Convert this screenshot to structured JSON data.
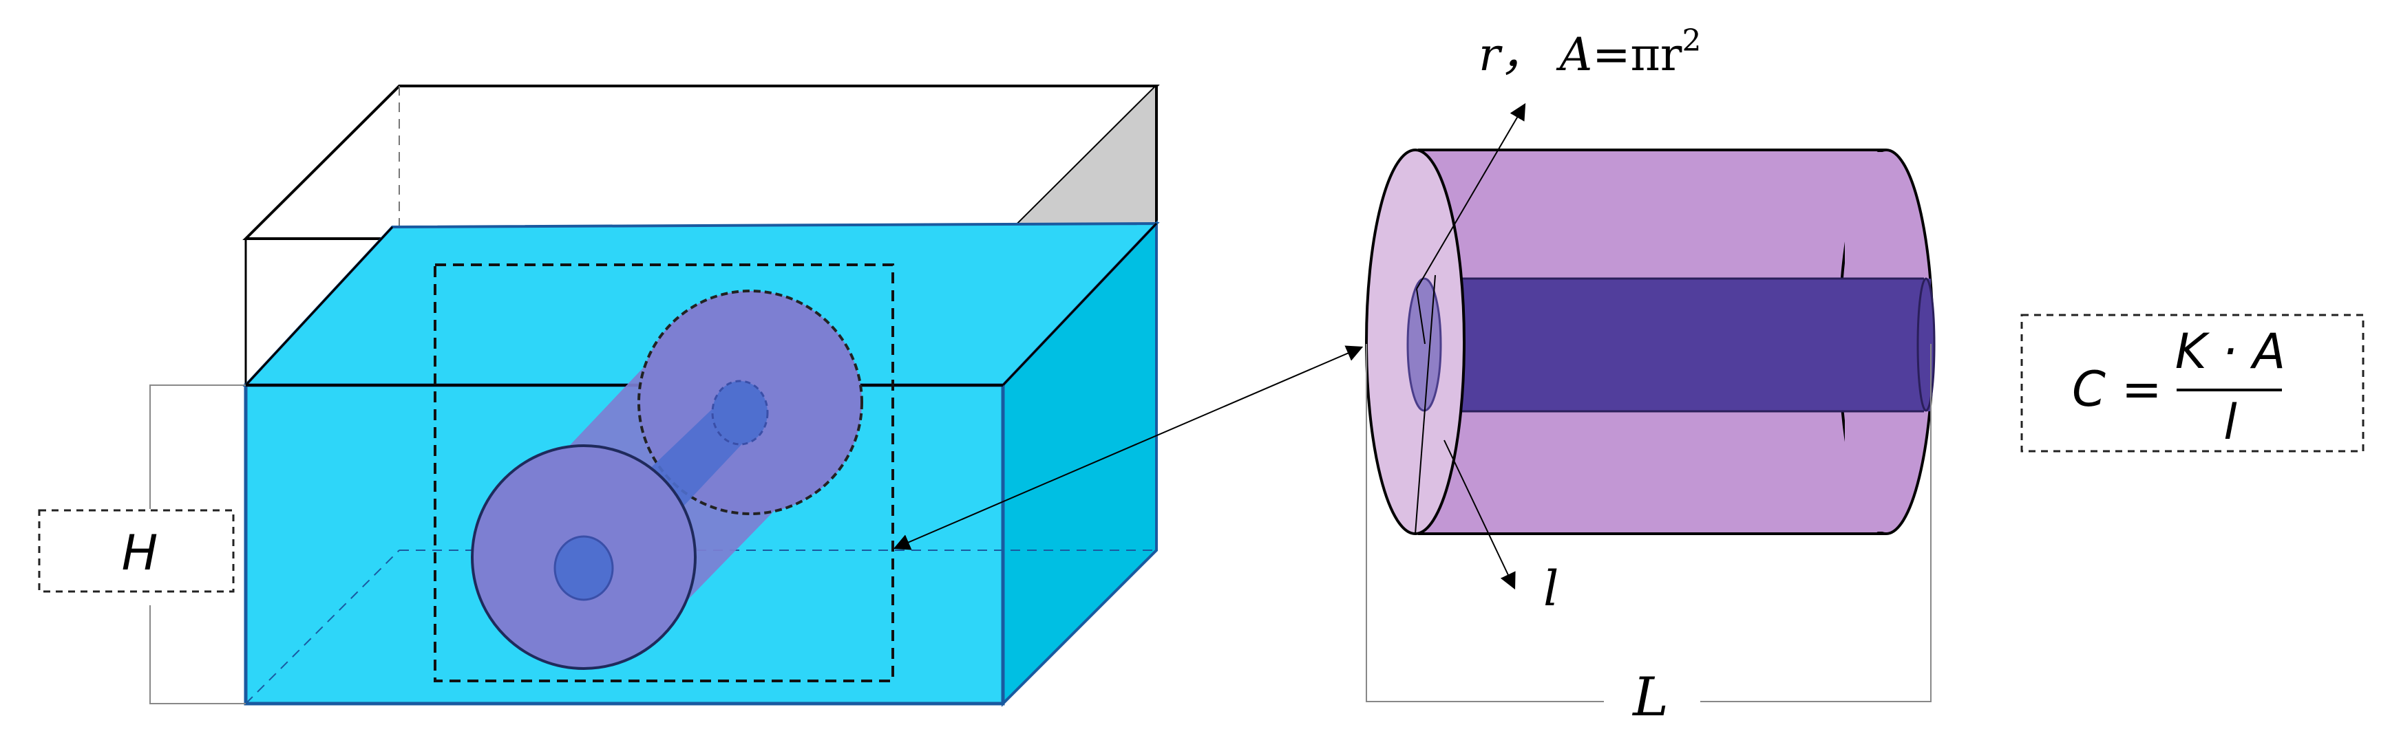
{
  "labels": {
    "height": "H",
    "length": "L",
    "small_length": "l",
    "radius_area": "r，",
    "area_symbol": "A",
    "area_equals": "=πr",
    "area_exponent": "2"
  },
  "formula": {
    "lhs": "C",
    "equals": "=",
    "numerator": "K · A",
    "denominator": "l"
  },
  "colors": {
    "water": "#2ED6F9",
    "water_side": "#00BFE3",
    "tank_top_shade": "#CCCCCC",
    "cylinder_outer": "#C297D4",
    "cylinder_face": "#DCC0E3",
    "cylinder_inner": "#513E9C",
    "sample_body": "#7D7FD2",
    "sample_core": "#4F6FCF"
  },
  "icons": {
    "arrow": "arrowhead"
  }
}
